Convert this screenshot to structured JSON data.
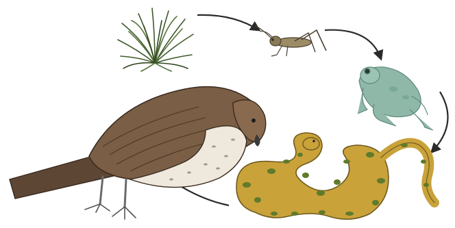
{
  "diagram": {
    "type": "food-chain",
    "organisms": [
      {
        "id": "grass",
        "icon": "grass-tuft-icon"
      },
      {
        "id": "grasshopper",
        "icon": "grasshopper-icon"
      },
      {
        "id": "frog",
        "icon": "frog-icon"
      },
      {
        "id": "snake",
        "icon": "snake-icon"
      },
      {
        "id": "hawk",
        "icon": "hawk-icon"
      }
    ],
    "flow": [
      {
        "from": "grass",
        "to": "grasshopper"
      },
      {
        "from": "grasshopper",
        "to": "frog"
      },
      {
        "from": "frog",
        "to": "snake"
      },
      {
        "from": "snake",
        "to": "hawk"
      }
    ],
    "colors": {
      "background": "#ffffff",
      "arrow": "#2a2a2a",
      "grass": "#3f5a2c",
      "grasshopper": "#8a7a55",
      "frog": "#8fb8a8",
      "snake_body": "#c9a23a",
      "snake_spots": "#5f7a2a",
      "hawk_back": "#7a5e45",
      "hawk_breast": "#efe8dc"
    }
  }
}
